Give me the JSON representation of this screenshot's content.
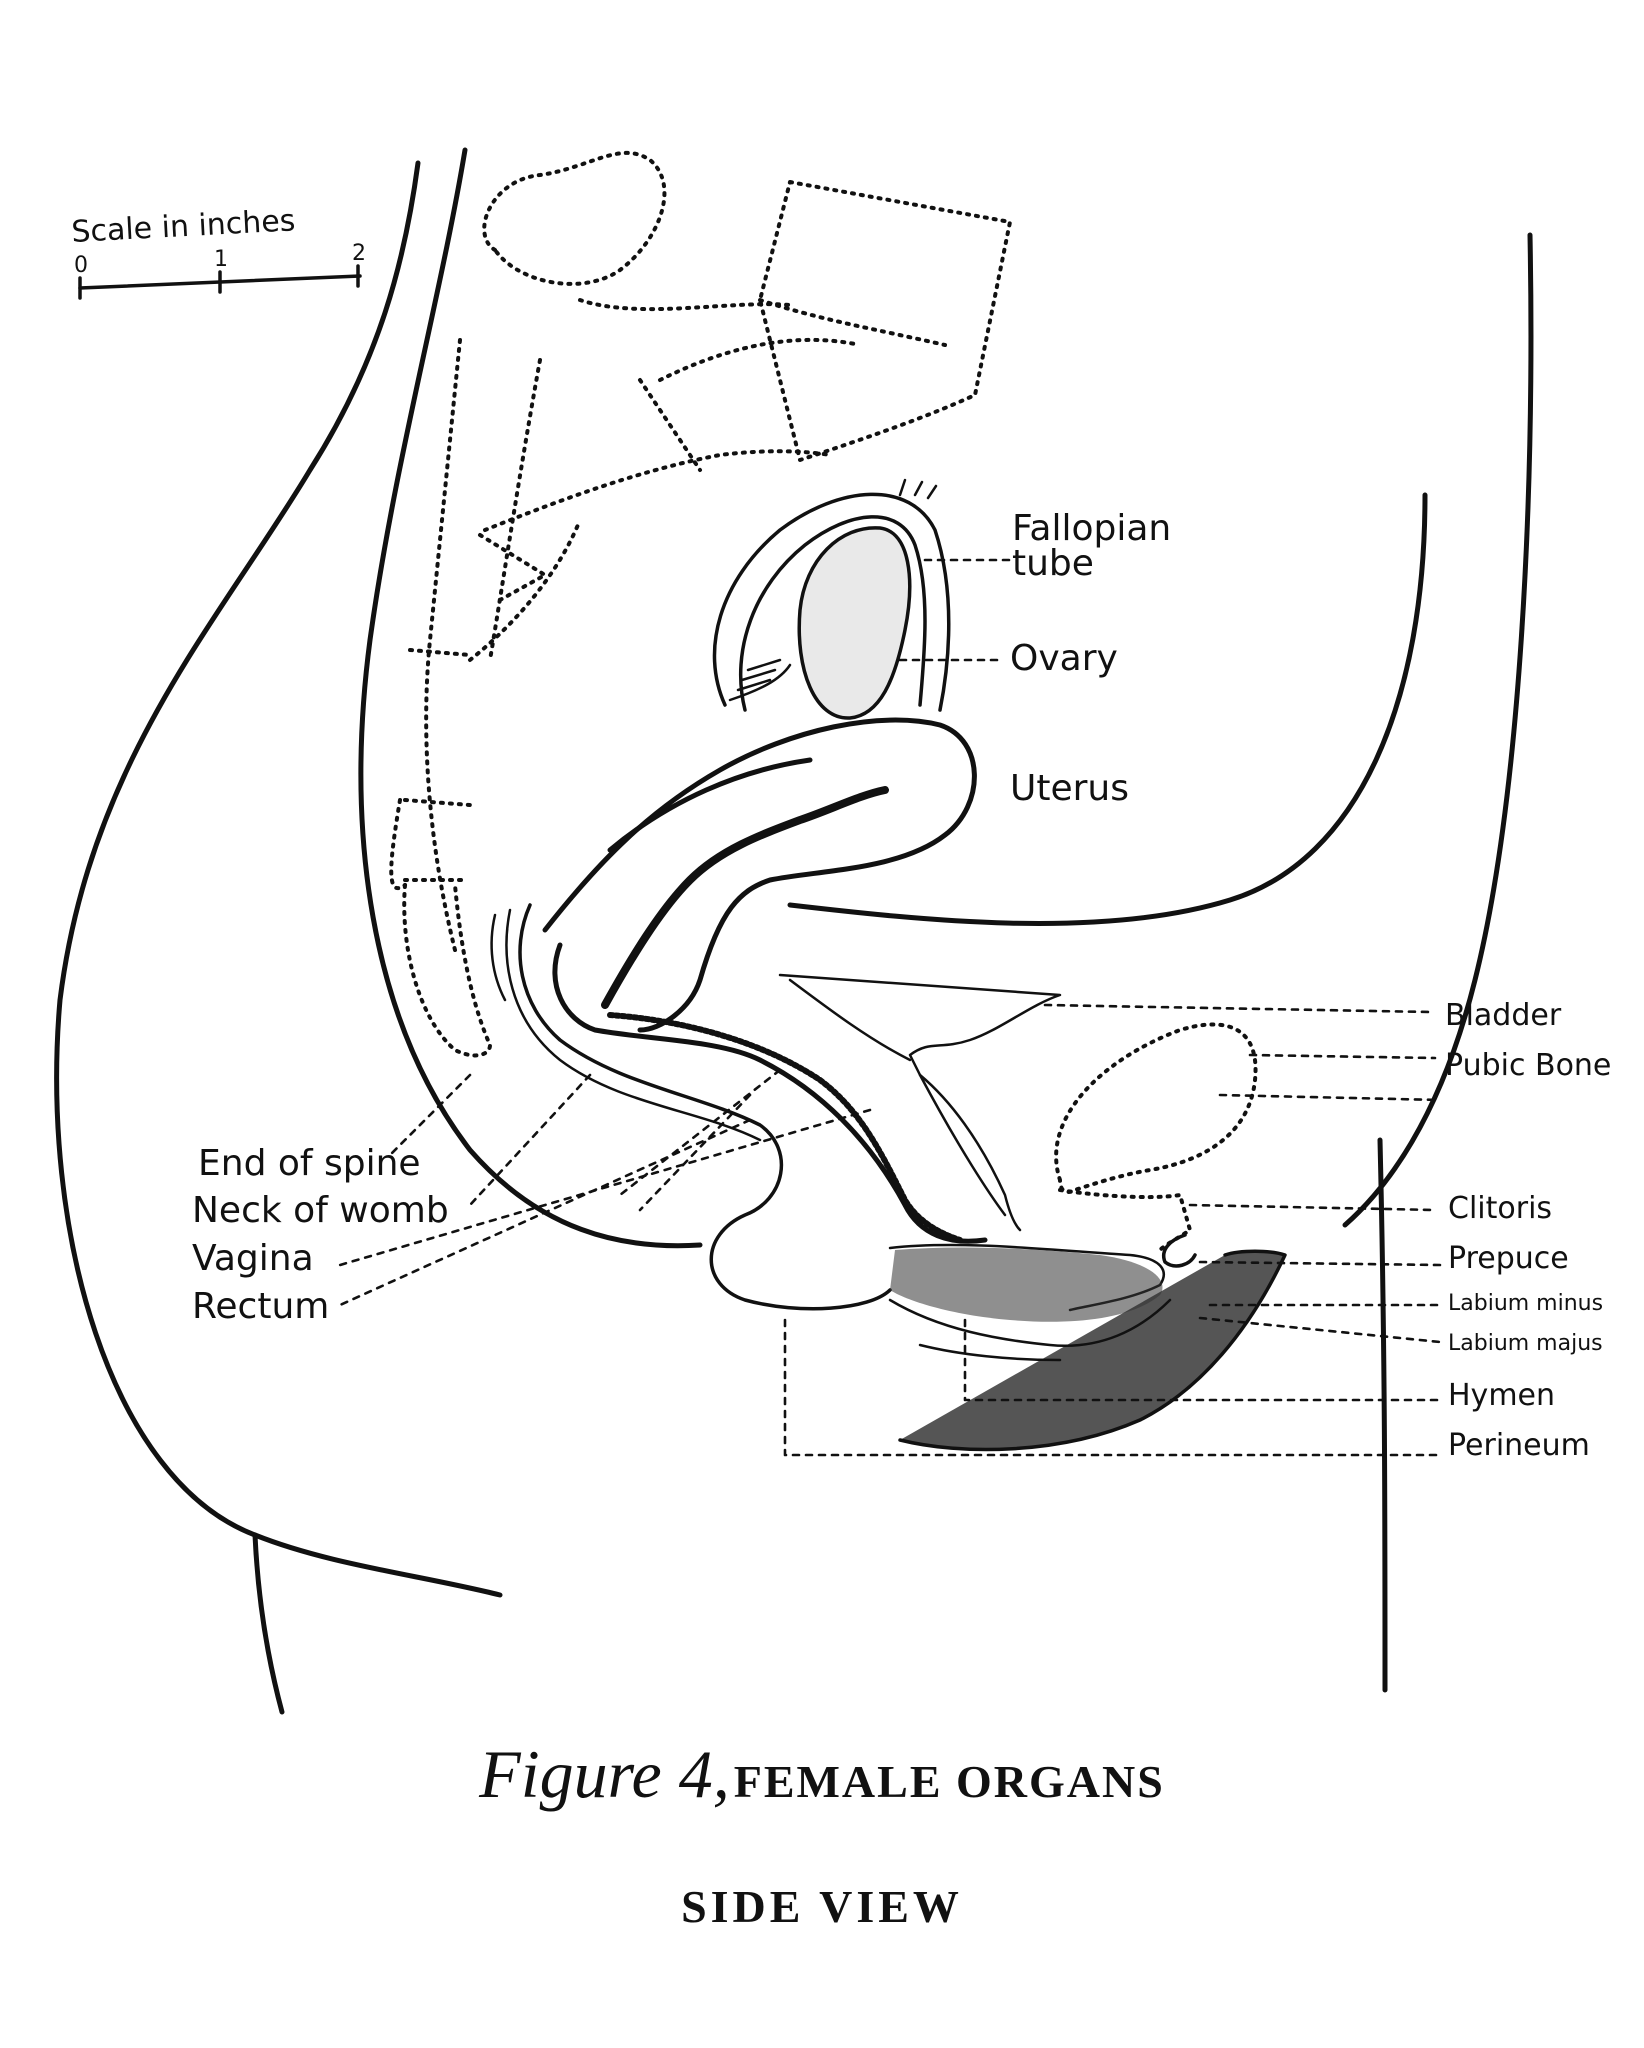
{
  "scale": {
    "label": "Scale in inches",
    "ticks": [
      "0",
      "1",
      "2"
    ]
  },
  "labels": {
    "fallopian_tube": [
      "Fallopian",
      "tube"
    ],
    "ovary": "Ovary",
    "uterus": "Uterus",
    "bladder": "Bladder",
    "pubic_bone": "Pubic Bone",
    "clitoris": "Clitoris",
    "prepuce": "Prepuce",
    "labium_minus": "Labium minus",
    "labium_majus": "Labium majus",
    "hymen": "Hymen",
    "perineum": "Perineum",
    "end_of_spine": "End of spine",
    "neck_of_womb": "Neck of womb",
    "vagina": "Vagina",
    "rectum": "Rectum"
  },
  "caption": {
    "figure": "Figure 4,",
    "title": "FEMALE ORGANS",
    "subtitle": "SIDE VIEW"
  }
}
